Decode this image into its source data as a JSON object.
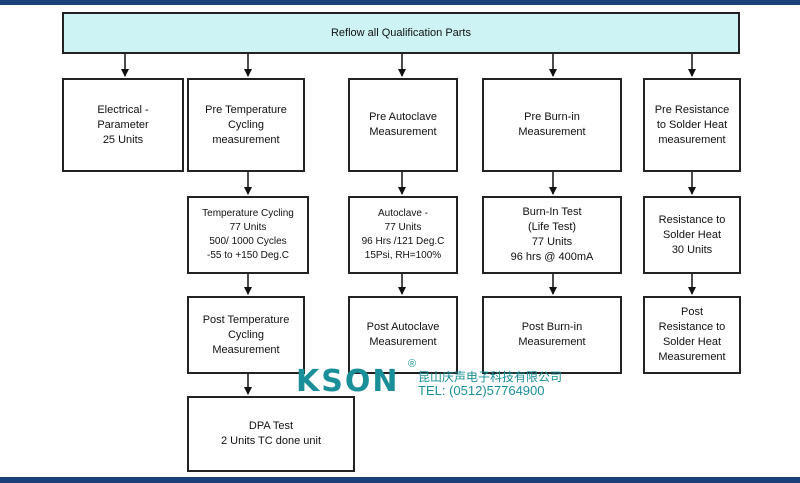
{
  "header": "Reflow all Qualification Parts",
  "columns": [
    {
      "id": "electrical",
      "boxes": [
        "Electrical -\nParameter\n25 Units"
      ]
    },
    {
      "id": "temp-cycling",
      "boxes": [
        "Pre Temperature\nCycling\nmeasurement",
        "Temperature Cycling\n77 Units\n500/ 1000 Cycles\n-55 to +150 Deg.C",
        "Post Temperature\nCycling\nMeasurement",
        "DPA Test\n2 Units TC done unit"
      ]
    },
    {
      "id": "autoclave",
      "boxes": [
        "Pre Autoclave\nMeasurement",
        "Autoclave -\n77 Units\n96 Hrs /121 Deg.C\n15Psi, RH=100%",
        "Post Autoclave\nMeasurement"
      ]
    },
    {
      "id": "burn-in",
      "boxes": [
        "Pre Burn-in\nMeasurement",
        "Burn-In Test\n(Life Test)\n77 Units\n96 hrs  @ 400mA",
        "Post Burn-in\nMeasurement"
      ]
    },
    {
      "id": "solder-heat",
      "boxes": [
        "Pre Resistance\nto Solder Heat\nmeasurement",
        "Resistance to\nSolder Heat\n30 Units",
        "Post\nResistance to\nSolder Heat\nMeasurement"
      ]
    }
  ],
  "watermark": {
    "brand": "KSON",
    "registered": "®",
    "company": "昆山庆声电子科技有限公司",
    "tel": "TEL: (0512)57764900"
  }
}
